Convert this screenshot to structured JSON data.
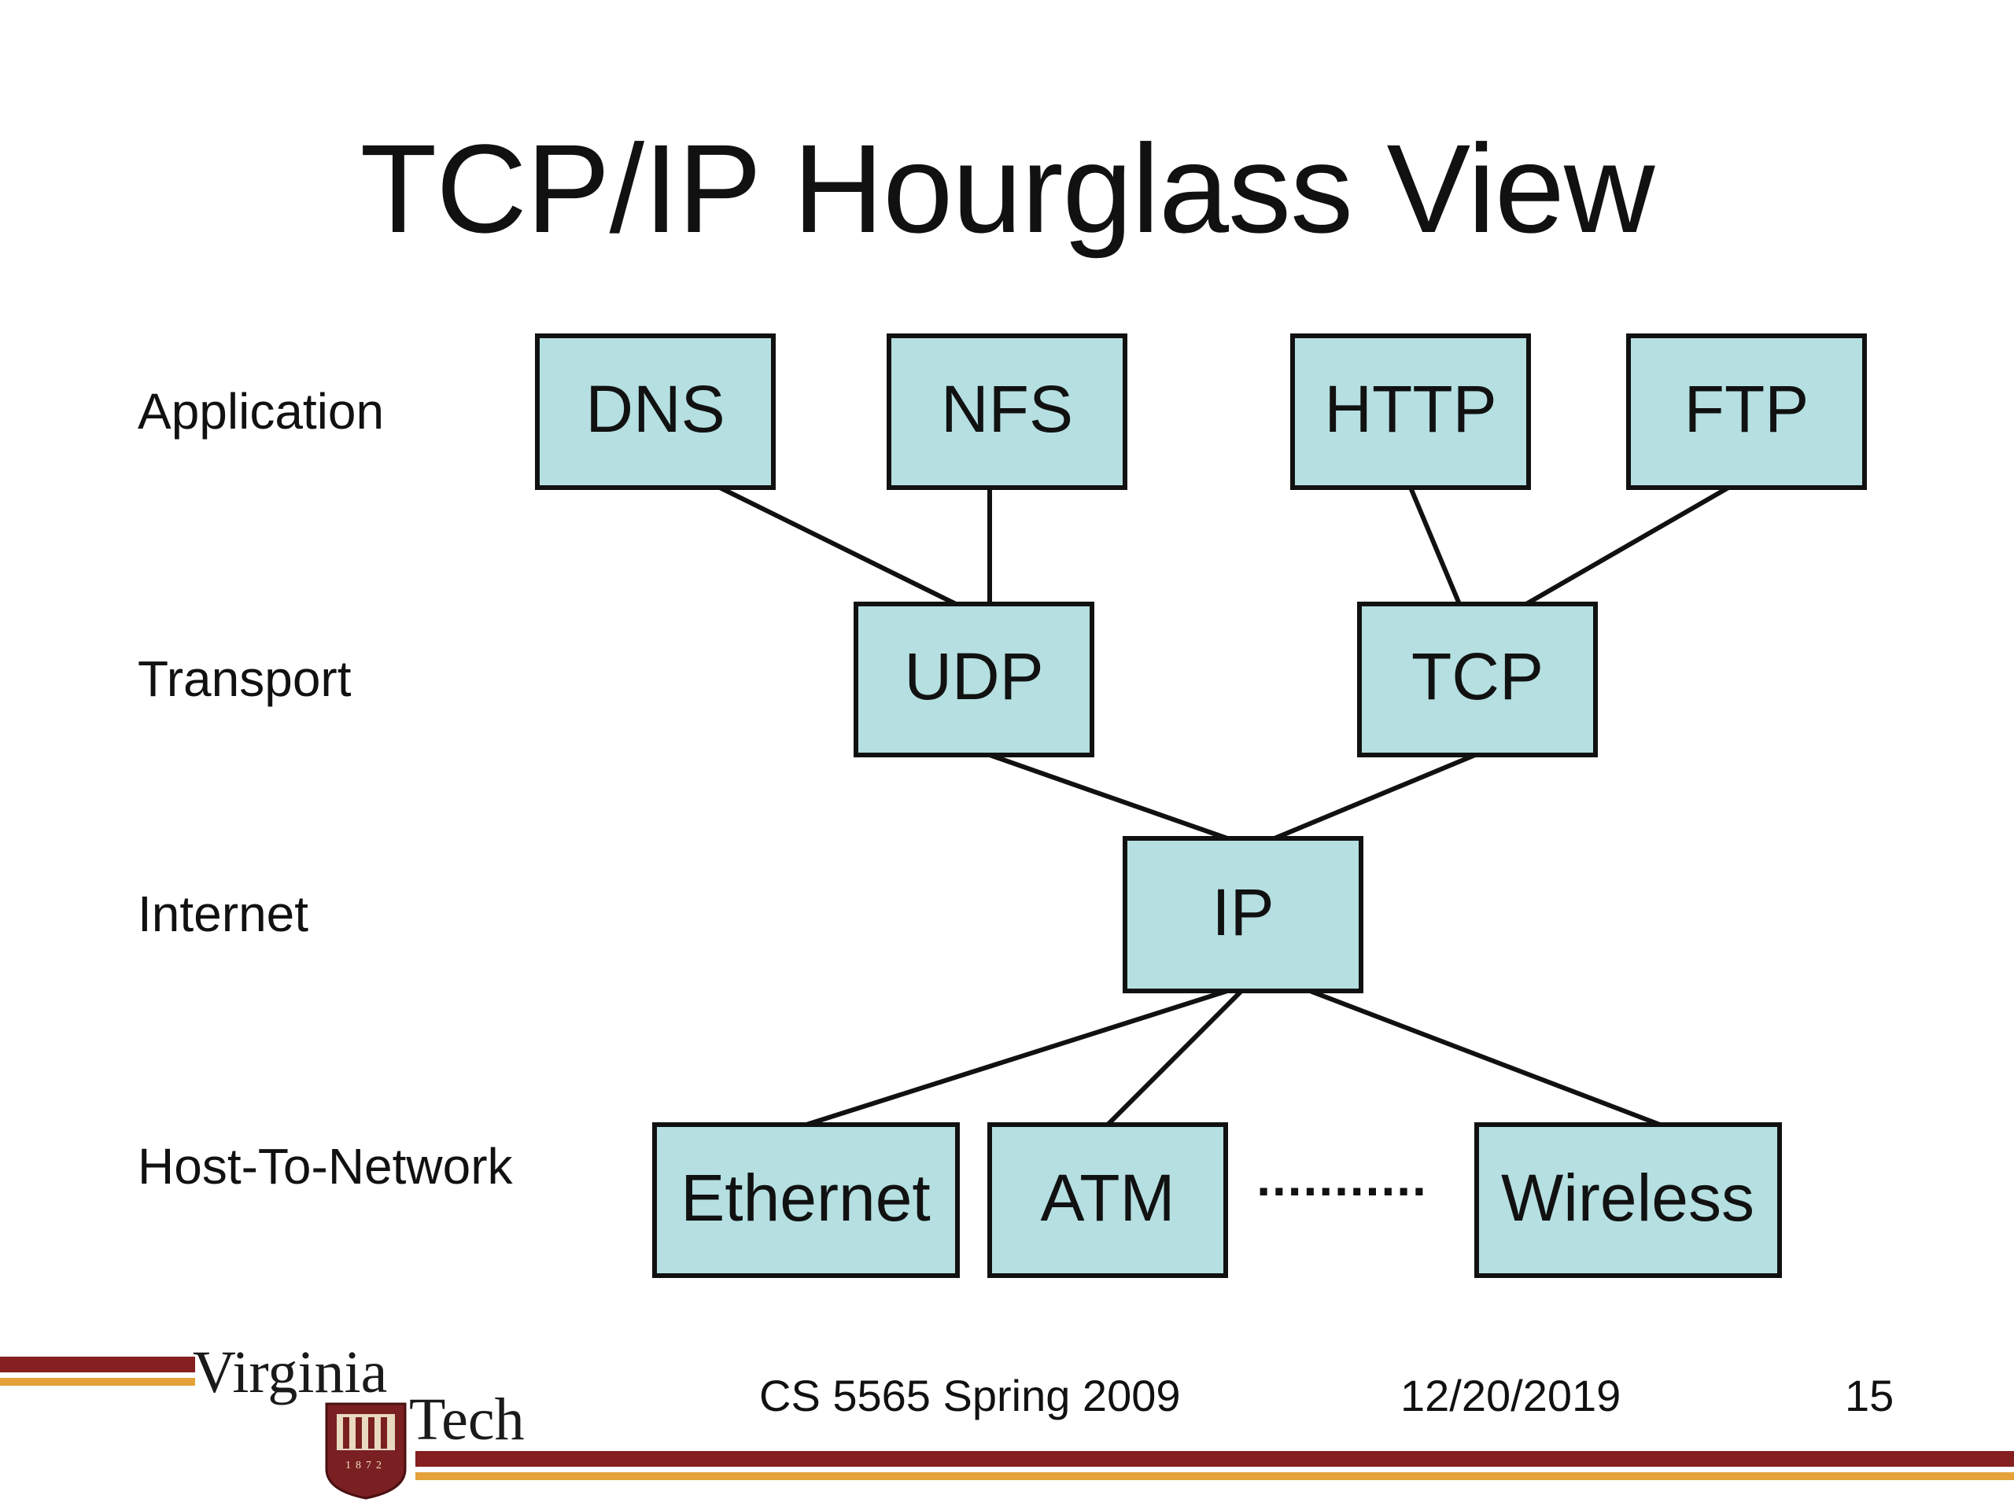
{
  "title": "TCP/IP Hourglass View",
  "layers": {
    "application": "Application",
    "transport": "Transport",
    "internet": "Internet",
    "host_to_network": "Host-To-Network"
  },
  "nodes": {
    "dns": "DNS",
    "nfs": "NFS",
    "http": "HTTP",
    "ftp": "FTP",
    "udp": "UDP",
    "tcp": "TCP",
    "ip": "IP",
    "ethernet": "Ethernet",
    "atm": "ATM",
    "ellipsis": "...........",
    "wireless": "Wireless"
  },
  "footer": {
    "course": "CS 5565 Spring 2009",
    "date": "12/20/2019",
    "page": "15"
  },
  "logo": {
    "line1": "Virginia",
    "line2": "Tech",
    "year": "1872"
  },
  "colors": {
    "box_fill": "#b5dfe1",
    "stripe_maroon": "#861f1f",
    "stripe_orange": "#e5a13a"
  }
}
